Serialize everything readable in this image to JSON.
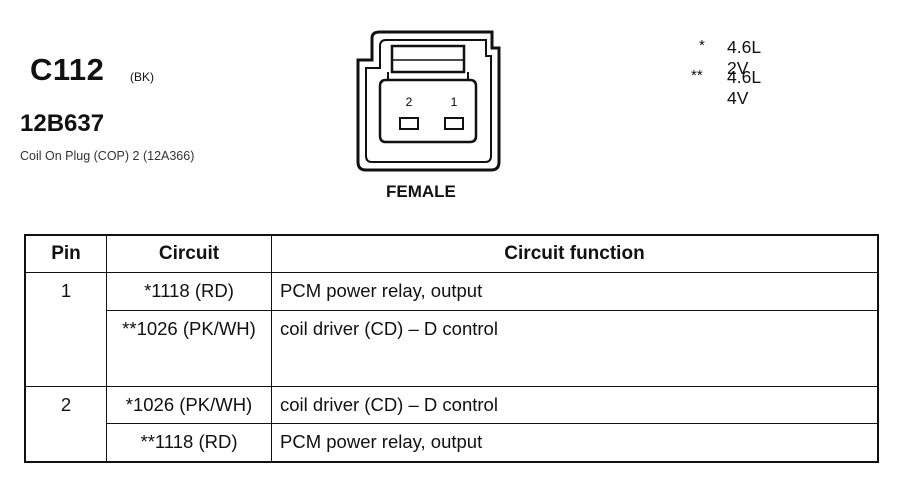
{
  "connector": {
    "id": "C112",
    "color_code": "(BK)",
    "part_number": "12B637",
    "description": "Coil On Plug (COP) 2 (12A366)"
  },
  "diagram": {
    "pin_labels": [
      "2",
      "1"
    ],
    "label": "FEMALE"
  },
  "legend": [
    {
      "mark": "*",
      "text": "4.6L 2V"
    },
    {
      "mark": "**",
      "text": "4.6L 4V"
    }
  ],
  "table": {
    "headers": [
      "Pin",
      "Circuit",
      "Circuit function"
    ],
    "rows": [
      {
        "pin": "1",
        "circuit": "*1118 (RD)",
        "function": "PCM power relay, output"
      },
      {
        "pin": "",
        "circuit": "**1026 (PK/WH)",
        "function": "coil driver (CD) – D control"
      },
      {
        "pin": "2",
        "circuit": "*1026 (PK/WH)",
        "function": "coil driver (CD) – D control"
      },
      {
        "pin": "",
        "circuit": "**1118 (RD)",
        "function": "PCM power relay, output"
      }
    ]
  }
}
